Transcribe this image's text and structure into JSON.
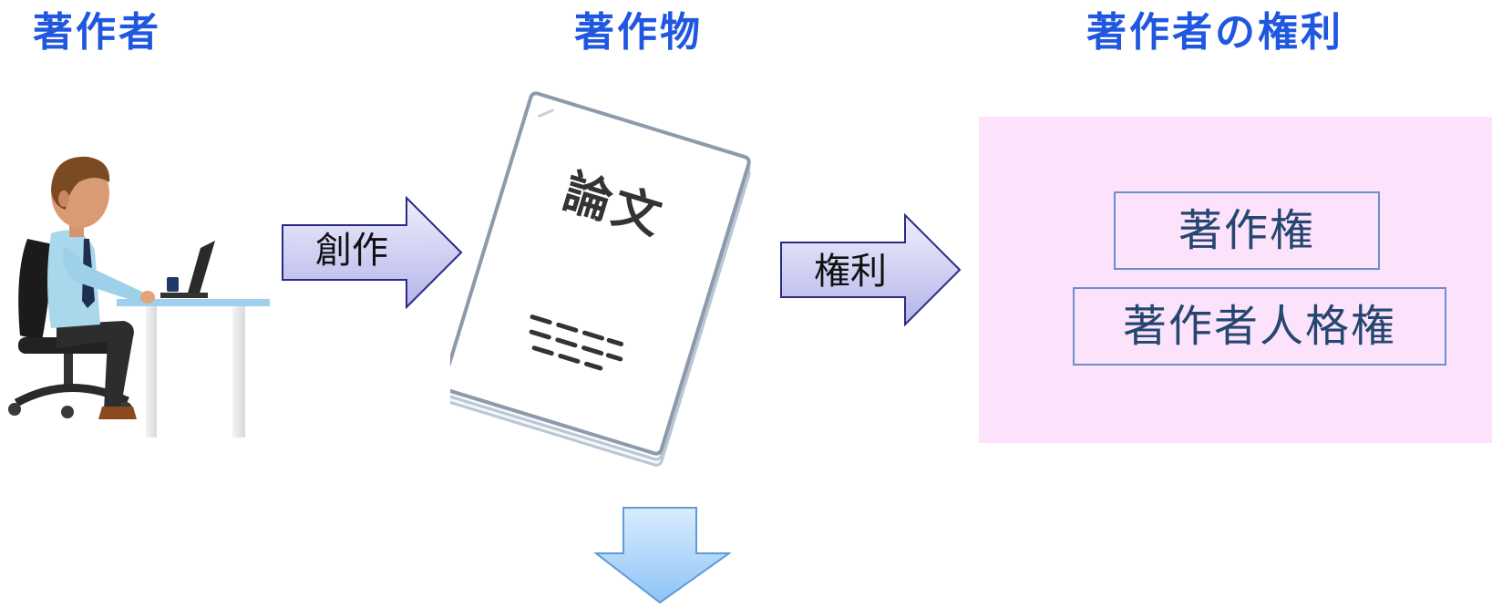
{
  "headings": {
    "author": "著作者",
    "work": "著作物",
    "author_rights": "著作者の権利"
  },
  "document": {
    "title": "論文"
  },
  "arrows": {
    "create_label": "創作",
    "rights_label": "権利"
  },
  "rights_panel": {
    "items": [
      "著作権",
      "著作者人格権"
    ]
  },
  "colors": {
    "heading": "#1f57e0",
    "panel_background": "#fce2fb",
    "box_border": "#6d8fd0",
    "box_text": "#24466f",
    "arrow_right_fill": "#c4c4ef",
    "arrow_down_fill": "#a9d4fb"
  },
  "icons": {
    "author": "person-at-desk-icon",
    "work": "paper-document-icon",
    "arrow_right": "right-arrow-icon",
    "arrow_down": "down-arrow-icon"
  }
}
